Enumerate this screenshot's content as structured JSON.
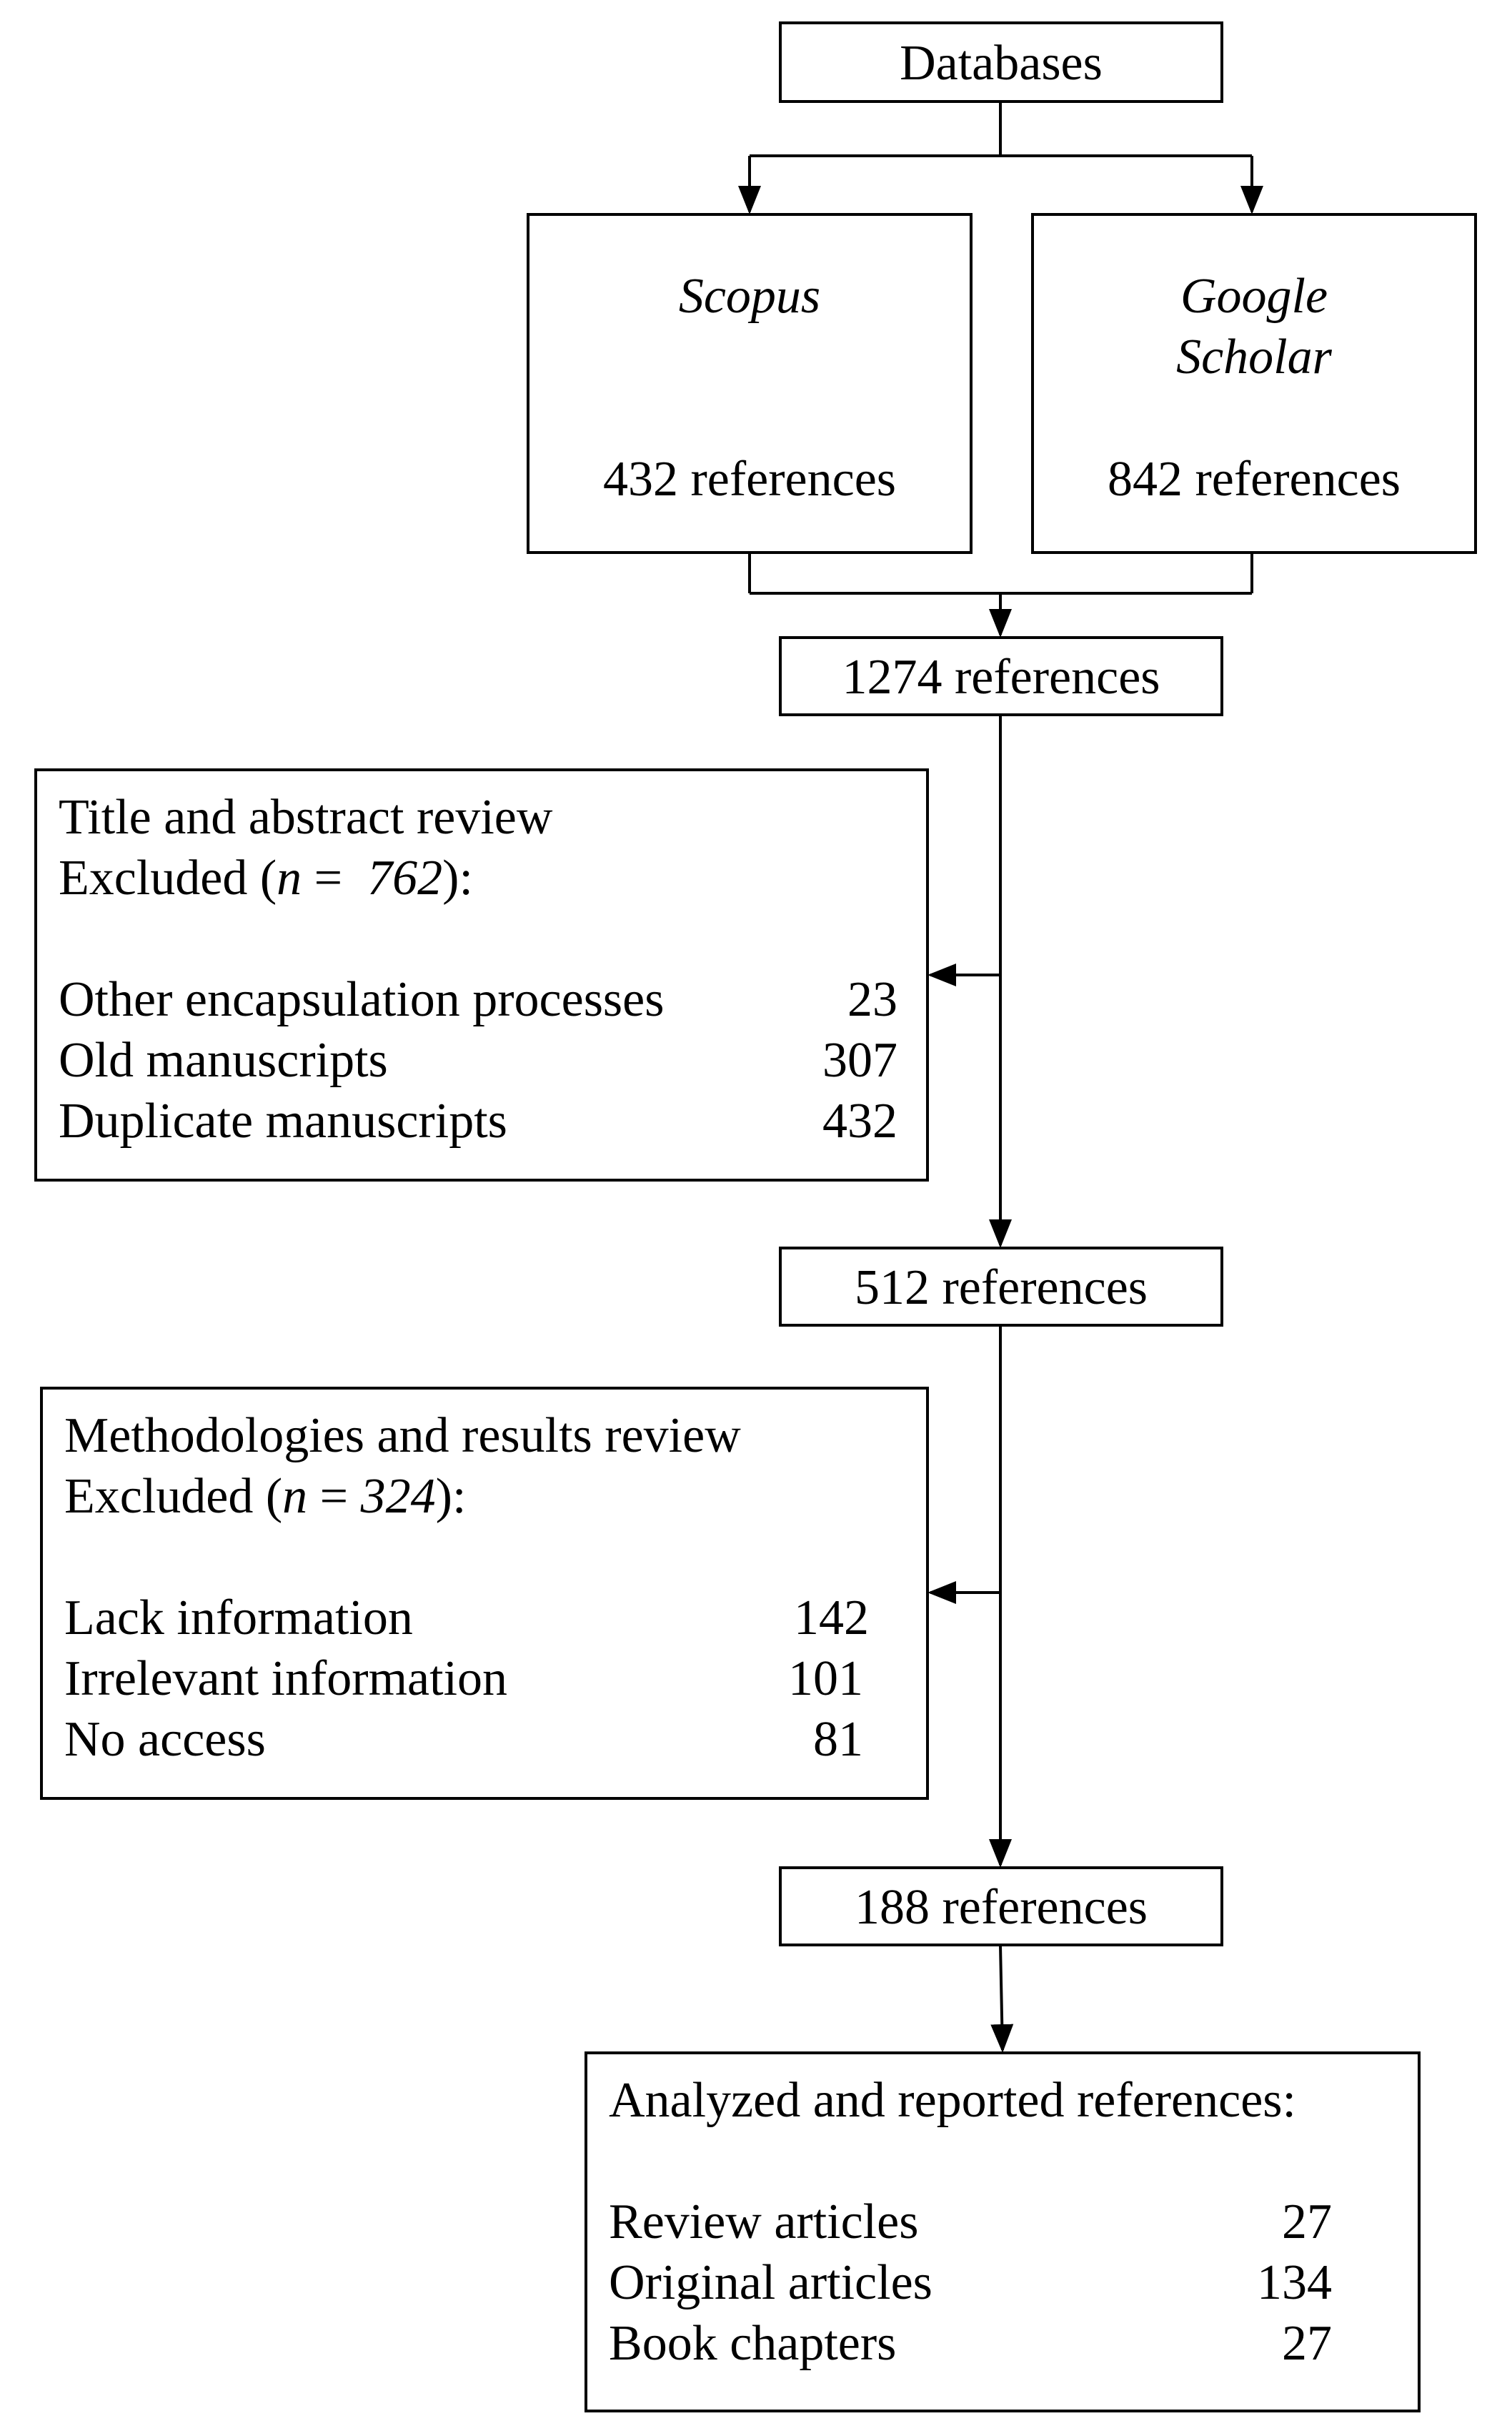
{
  "databases": {
    "label": "Databases"
  },
  "scopus": {
    "name": "Scopus",
    "count": "432 references"
  },
  "google_scholar": {
    "name_line1": "Google",
    "name_line2": "Scholar",
    "count": "842 references"
  },
  "stage1": {
    "label": "1274 references"
  },
  "screen1": {
    "title": "Title and abstract review",
    "excluded_prefix": "Excluded (",
    "excluded_n": "n",
    "excluded_eq": " =  ",
    "excluded_value": "762",
    "excluded_suffix": "):",
    "rows": [
      {
        "label": "Other encapsulation processes",
        "value": "23"
      },
      {
        "label": "Old manuscripts",
        "value": "307"
      },
      {
        "label": "Duplicate manuscripts",
        "value": "432"
      }
    ]
  },
  "stage2": {
    "label": "512 references"
  },
  "screen2": {
    "title": "Methodologies and results review",
    "excluded_prefix": "Excluded (",
    "excluded_n": "n",
    "excluded_eq": " = ",
    "excluded_value": "324",
    "excluded_suffix": "):",
    "rows": [
      {
        "label": "Lack information",
        "value": "142"
      },
      {
        "label": "Irrelevant information",
        "value": "101"
      },
      {
        "label": "No access",
        "value": "81"
      }
    ]
  },
  "stage3": {
    "label": "188 references"
  },
  "final": {
    "title": "Analyzed and reported references:",
    "rows": [
      {
        "label": "Review articles",
        "value": "27"
      },
      {
        "label": "Original articles",
        "value": "134"
      },
      {
        "label": "Book chapters",
        "value": "27"
      }
    ]
  }
}
